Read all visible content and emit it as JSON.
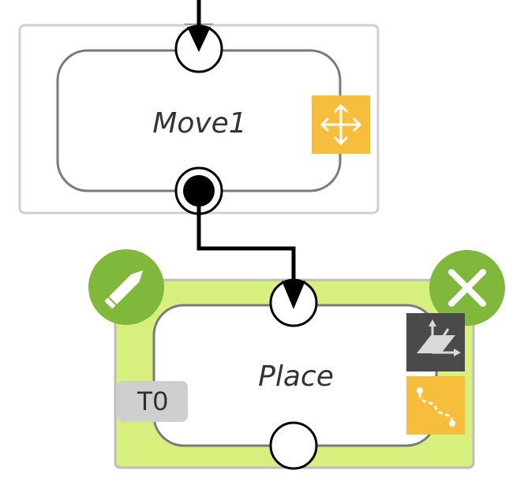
{
  "nodes": {
    "move": {
      "label": "Move1"
    },
    "place": {
      "label": "Place",
      "tool": "T0"
    }
  },
  "colors": {
    "selected_fill": "#d7f07d",
    "edit_button": "#7fb83a",
    "action_orange": "#f7bd3c",
    "dark_action": "#4a4a4a",
    "frame": "#cfcfcf",
    "line": "#000000"
  },
  "icons": {
    "move": "move-arrows-icon",
    "edit": "pencil-icon",
    "delete": "close-icon",
    "frame_axes": "coordinate-frame-icon",
    "path": "path-icon"
  }
}
